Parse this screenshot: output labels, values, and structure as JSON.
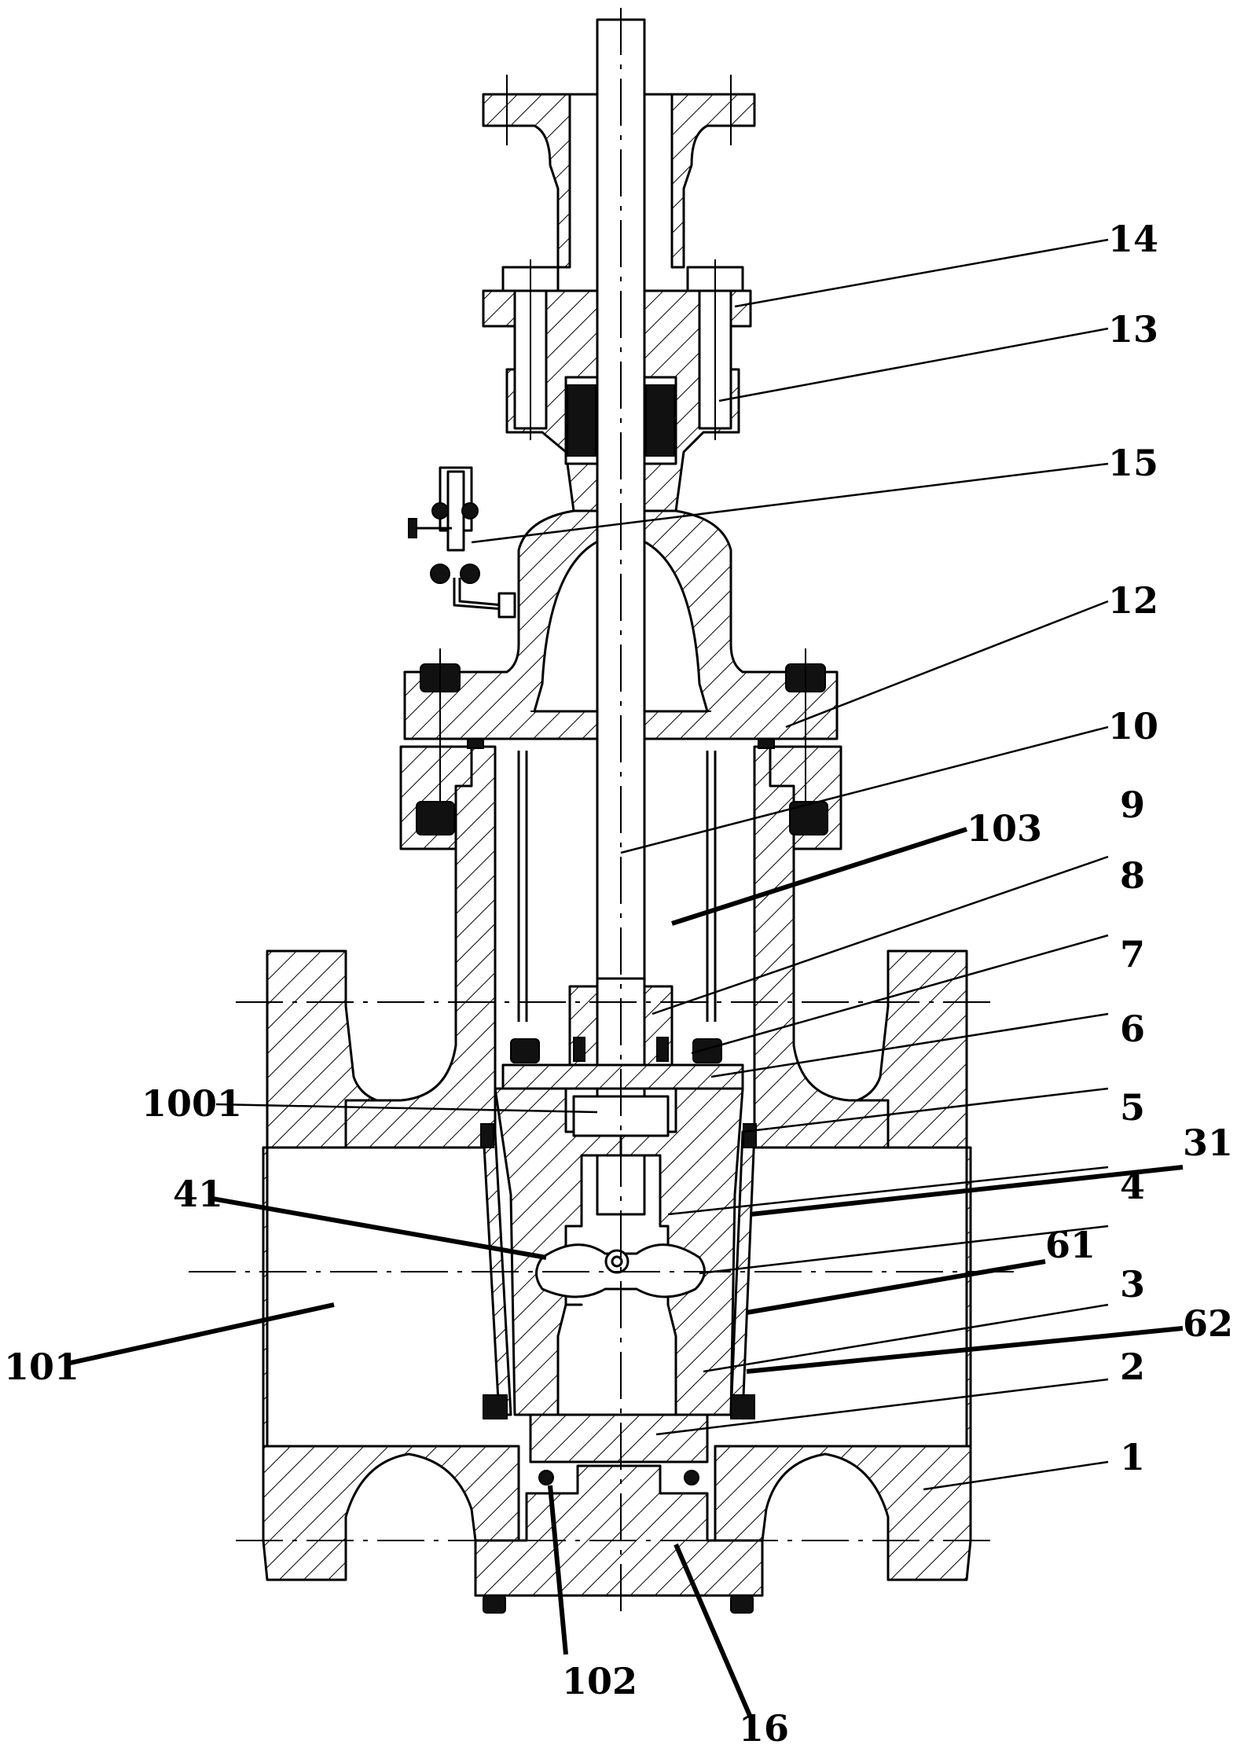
{
  "figure": {
    "callouts": [
      {
        "label": "14"
      },
      {
        "label": "13"
      },
      {
        "label": "15"
      },
      {
        "label": "12"
      },
      {
        "label": "10"
      },
      {
        "label": "103"
      },
      {
        "label": "9"
      },
      {
        "label": "8"
      },
      {
        "label": "7"
      },
      {
        "label": "6"
      },
      {
        "label": "1001"
      },
      {
        "label": "5"
      },
      {
        "label": "31"
      },
      {
        "label": "41"
      },
      {
        "label": "4"
      },
      {
        "label": "61"
      },
      {
        "label": "3"
      },
      {
        "label": "62"
      },
      {
        "label": "101"
      },
      {
        "label": "2"
      },
      {
        "label": "1"
      },
      {
        "label": "102"
      },
      {
        "label": "16"
      }
    ]
  }
}
